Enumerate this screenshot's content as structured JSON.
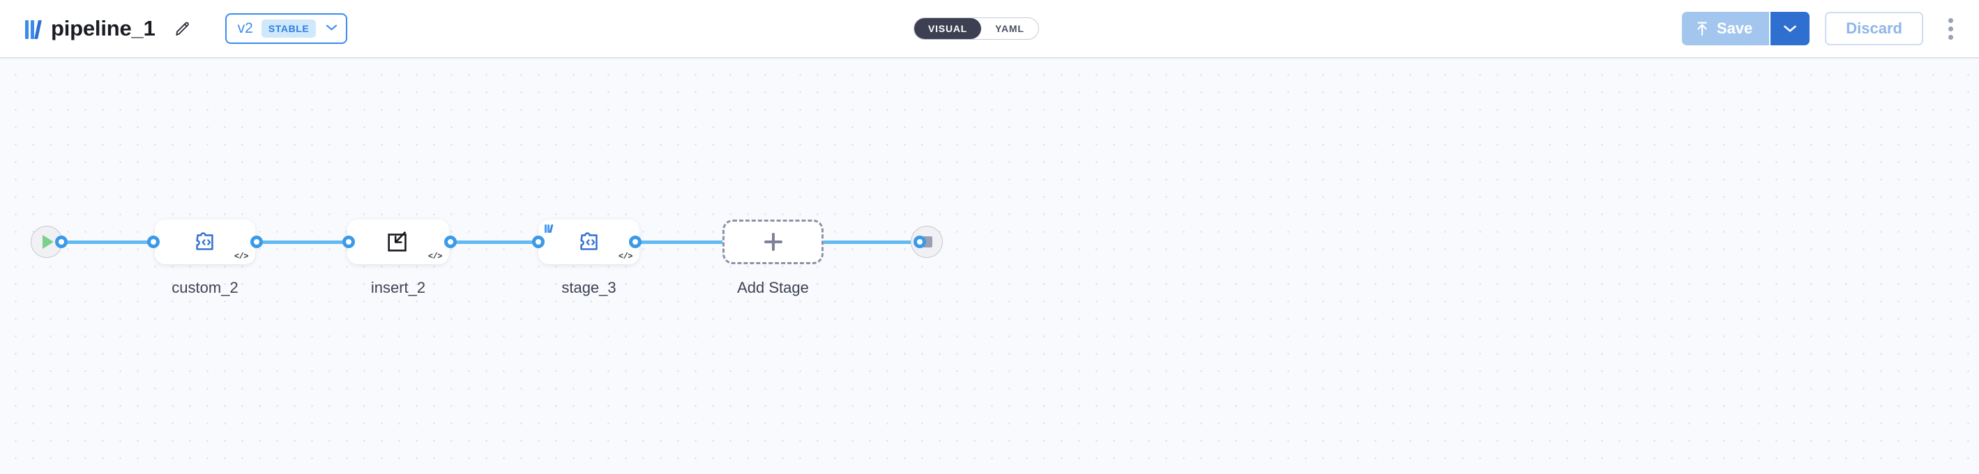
{
  "header": {
    "logo_icon": "pipeline-logo-icon",
    "title": "pipeline_1",
    "edit_icon": "pencil-icon",
    "version": {
      "label": "v2",
      "badge": "STABLE",
      "chevron": "⌄"
    },
    "view_toggle": {
      "options": [
        "VISUAL",
        "YAML"
      ],
      "selected": "VISUAL"
    },
    "actions": {
      "save_label": "Save",
      "save_icon": "upload-icon",
      "save_caret_icon": "chevron-down-icon",
      "discard_label": "Discard",
      "more_icon": "kebab-menu-icon"
    },
    "colors": {
      "brand_blue": "#3b8bef",
      "save_fill": "#a3c6ef",
      "save_caret_fill": "#2f6fd0",
      "toggle_active_bg": "#3d3f52"
    }
  },
  "canvas": {
    "start_node": {
      "name": "start-node",
      "icon": "play-icon"
    },
    "end_node": {
      "name": "end-node",
      "icon": "stop-icon"
    },
    "stages": [
      {
        "label": "custom_2",
        "icon": "puzzle-code-icon",
        "code_badge": "</>",
        "has_logo_badge": false
      },
      {
        "label": "insert_2",
        "icon": "insert-arrow-icon",
        "code_badge": "</>",
        "has_logo_badge": false
      },
      {
        "label": "stage_3",
        "icon": "puzzle-code-icon",
        "code_badge": "</>",
        "has_logo_badge": true
      }
    ],
    "add_stage": {
      "label": "Add Stage",
      "icon": "plus-icon"
    },
    "edge_color": "#62bbf0",
    "handle_color": "#3b9ae8"
  }
}
